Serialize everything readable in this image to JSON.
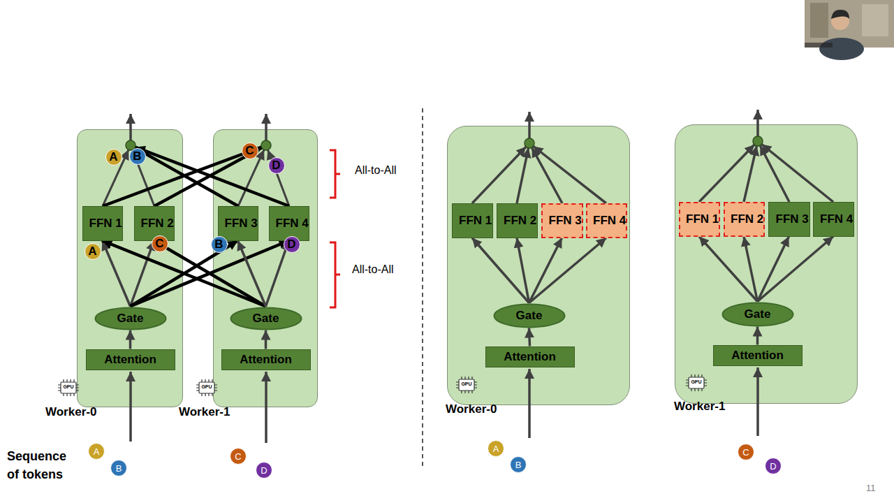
{
  "diagram": {
    "nodes": [
      {
        "text": [
          "Worker-0"
        ]
      },
      {
        "text": [
          "A"
        ],
        "in": 0
      },
      {
        "text": [
          "B"
        ],
        "in": 0
      },
      {
        "text": [
          "FFN 1"
        ],
        "in": 0
      },
      {
        "text": [
          "FFN 2"
        ],
        "in": 0
      },
      {
        "text": [
          "A"
        ],
        "in": 0
      },
      {
        "text": [
          "C"
        ],
        "in": 0
      },
      {
        "text": [
          "Gate"
        ],
        "in": 0
      },
      {
        "text": [
          "Attention"
        ],
        "in": 0
      },
      {
        "text": [
          "Worker-1"
        ]
      },
      {
        "text": [
          "C"
        ],
        "in": 9
      },
      {
        "text": [
          "D"
        ],
        "in": 9
      },
      {
        "text": [
          "FFN 3"
        ],
        "in": 9
      },
      {
        "text": [
          "FFN 4"
        ],
        "in": 9
      },
      {
        "text": [
          "B"
        ],
        "in": 9
      },
      {
        "text": [
          "D"
        ],
        "in": 9
      },
      {
        "text": [
          "Gate"
        ],
        "in": 9
      },
      {
        "text": [
          "Attention"
        ],
        "in": 9
      },
      {
        "text": [
          "A"
        ]
      },
      {
        "text": [
          "B"
        ]
      },
      {
        "text": [
          "C"
        ]
      },
      {
        "text": [
          "D"
        ]
      },
      {
        "text": [
          "Worker-0"
        ]
      },
      {
        "text": [
          "FFN 1"
        ],
        "in": 22
      },
      {
        "text": [
          "FFN 2"
        ],
        "in": 22
      },
      {
        "text": [
          "FFN 3"
        ],
        "in": 22
      },
      {
        "text": [
          "FFN 4"
        ],
        "in": 22
      },
      {
        "text": [
          "Gate"
        ],
        "in": 22
      },
      {
        "text": [
          "Attention"
        ],
        "in": 22
      },
      {
        "text": [
          "Worker-1"
        ]
      },
      {
        "text": [
          "FFN 1"
        ],
        "in": 29
      },
      {
        "text": [
          "FFN 2"
        ],
        "in": 29
      },
      {
        "text": [
          "FFN 3"
        ],
        "in": 29
      },
      {
        "text": [
          "FFN 4"
        ],
        "in": 29
      },
      {
        "text": [
          "Gate"
        ],
        "in": 29
      },
      {
        "text": [
          "Attention"
        ],
        "in": 29
      },
      {
        "text": [
          "A"
        ]
      },
      {
        "text": [
          "B"
        ]
      },
      {
        "text": [
          "C"
        ]
      },
      {
        "text": [
          "D"
        ]
      }
    ],
    "edges": [
      {
        "from": 8,
        "to": 7,
        "arrow": "to"
      },
      {
        "from": 7,
        "to": 3,
        "arrow": "to"
      },
      {
        "from": 7,
        "to": 4,
        "arrow": "to"
      },
      {
        "from": 7,
        "to": 12,
        "arrow": "to"
      },
      {
        "from": 7,
        "to": 13,
        "arrow": "to"
      },
      {
        "from": 17,
        "to": 16,
        "arrow": "to"
      },
      {
        "from": 16,
        "to": 3,
        "arrow": "to"
      },
      {
        "from": 16,
        "to": 4,
        "arrow": "to"
      },
      {
        "from": 16,
        "to": 12,
        "arrow": "to"
      },
      {
        "from": 16,
        "to": 13,
        "arrow": "to"
      },
      {
        "from": 28,
        "to": 27,
        "arrow": "to"
      },
      {
        "from": 27,
        "to": 23,
        "arrow": "to"
      },
      {
        "from": 27,
        "to": 24,
        "arrow": "to"
      },
      {
        "from": 27,
        "to": 25,
        "arrow": "to"
      },
      {
        "from": 27,
        "to": 26,
        "arrow": "to"
      },
      {
        "from": 35,
        "to": 34,
        "arrow": "to"
      },
      {
        "from": 34,
        "to": 30,
        "arrow": "to"
      },
      {
        "from": 34,
        "to": 31,
        "arrow": "to"
      },
      {
        "from": 34,
        "to": 32,
        "arrow": "to"
      },
      {
        "from": 34,
        "to": 33,
        "arrow": "to"
      }
    ],
    "labels": [
      "All-to-All",
      "All-to-All",
      "Sequence of tokens",
      "GPU",
      "GPU",
      "GPU",
      "GPU",
      "11"
    ]
  }
}
